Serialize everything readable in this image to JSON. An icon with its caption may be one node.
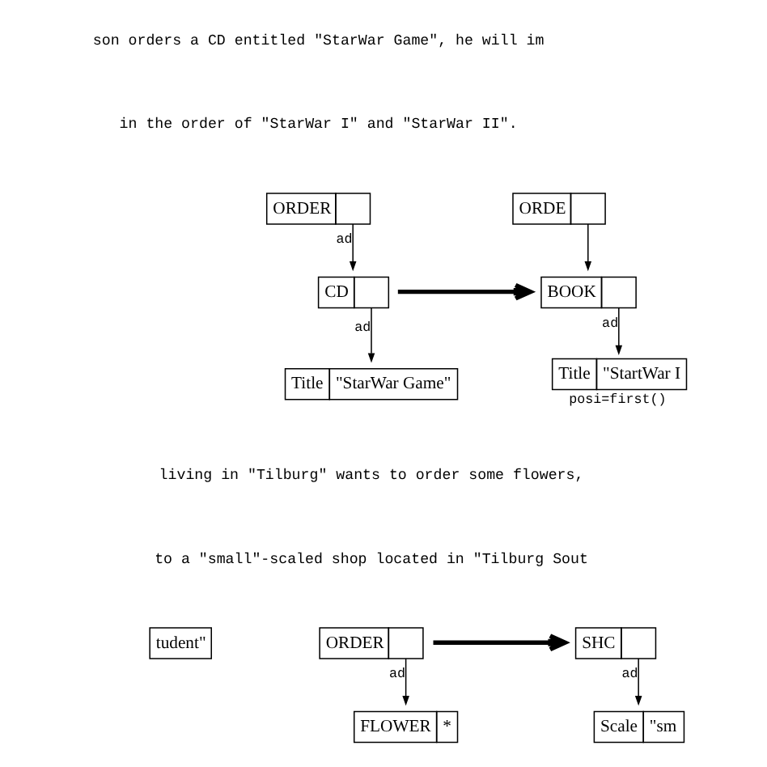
{
  "diagram": {
    "nodes": [
      {
        "text": [
          "ORDER"
        ]
      },
      {
        "text": [
          "CD"
        ]
      },
      {
        "text": [
          "Title",
          "\"StarWar Game\""
        ]
      },
      {
        "text": [
          "ORDE"
        ]
      },
      {
        "text": [
          "BOOK"
        ]
      },
      {
        "text": [
          "Title",
          "\"StartWar I"
        ],
        "beside": [
          "posi=first()"
        ]
      },
      {
        "text": [
          "tudent\""
        ]
      },
      {
        "text": [
          "ORDER"
        ]
      },
      {
        "text": [
          "FLOWER",
          "*"
        ]
      },
      {
        "text": [
          "SHC"
        ]
      },
      {
        "text": [
          "Scale",
          "\"sm"
        ]
      }
    ],
    "edges": [
      {
        "from": 0,
        "to": 1,
        "arrow": "to",
        "label": "ad"
      },
      {
        "from": 1,
        "to": 2,
        "arrow": "to",
        "label": "ad"
      },
      {
        "from": 1,
        "to": 4,
        "arrow": "to",
        "style": "thick"
      },
      {
        "from": 3,
        "to": 4,
        "arrow": "to"
      },
      {
        "from": 4,
        "to": 5,
        "arrow": "to",
        "label": "ad"
      },
      {
        "from": 7,
        "to": 8,
        "arrow": "to",
        "label": "ad"
      },
      {
        "from": 7,
        "to": 9,
        "arrow": "to",
        "style": "thick"
      },
      {
        "from": 9,
        "to": 10,
        "arrow": "to",
        "label": "ad"
      }
    ],
    "labels": [
      "son orders a CD entitled \"StarWar Game\", he will im",
      "in the order of \"StarWar I\" and \"StarWar II\".",
      "living in \"Tilburg\" wants to order some flowers,",
      "to a \"small\"-scaled shop located in \"Tilburg Sout"
    ]
  }
}
